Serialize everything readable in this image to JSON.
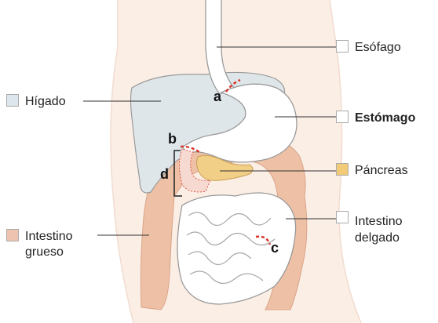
{
  "labels": {
    "esofago": "Esófago",
    "higado": "Hígado",
    "estomago": "Estómago",
    "pancreas": "Páncreas",
    "intestino_grueso": [
      "Intestino",
      "grueso"
    ],
    "intestino_delgado": [
      "Intestino",
      "delgado"
    ]
  },
  "markers": {
    "a": "a",
    "b": "b",
    "c": "c",
    "d": "d"
  },
  "colors": {
    "body": "#fbeee5",
    "liver": "#dfe6ea",
    "liver_swatch": "#dde6ec",
    "stomach": "#ffffff",
    "pancreas": "#f2cf86",
    "pancreas_swatch": "#f3cb78",
    "large_intestine": "#eec0a6",
    "large_intestine_swatch": "#eec4b0",
    "outline": "#9a9a9a",
    "cut_line": "#d9362b"
  }
}
